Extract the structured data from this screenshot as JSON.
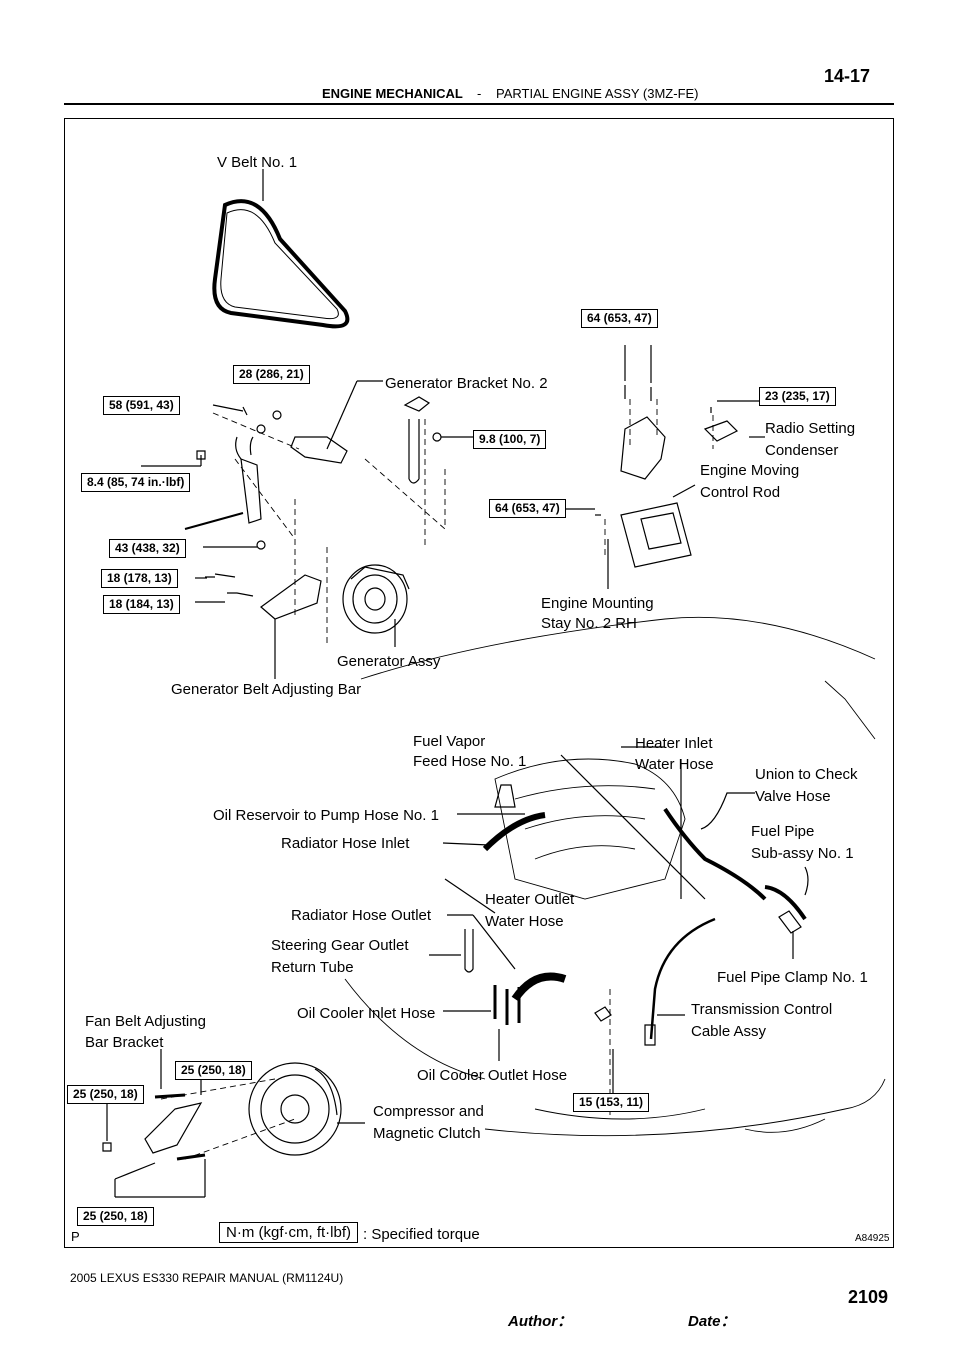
{
  "header": {
    "section": "ENGINE MECHANICAL",
    "separator": "-",
    "subsection": "PARTIAL ENGINE ASSY (3MZ-FE)",
    "page_number": "14-17"
  },
  "figure": {
    "marker": "P",
    "code": "A84925",
    "parts": {
      "v_belt": "V Belt No. 1",
      "generator_bracket": "Generator Bracket No. 2",
      "radio_condenser_1": "Radio Setting",
      "radio_condenser_2": "Condenser",
      "engine_moving_rod_1": "Engine Moving",
      "engine_moving_rod_2": "Control Rod",
      "engine_mounting_stay_1": "Engine Mounting",
      "engine_mounting_stay_2": "Stay No. 2 RH",
      "generator_assy": "Generator Assy",
      "generator_belt_bar": "Generator Belt Adjusting Bar",
      "fuel_vapor_1": "Fuel Vapor",
      "fuel_vapor_2": "Feed Hose No. 1",
      "heater_inlet_1": "Heater Inlet",
      "heater_inlet_2": "Water Hose",
      "union_check_1": "Union to Check",
      "union_check_2": "Valve Hose",
      "oil_reservoir": "Oil Reservoir to Pump Hose No. 1",
      "fuel_pipe_1": "Fuel Pipe",
      "fuel_pipe_2": "Sub-assy  No. 1",
      "radiator_inlet": "Radiator Hose Inlet",
      "heater_outlet_1": "Heater Outlet",
      "heater_outlet_2": "Water Hose",
      "radiator_outlet": "Radiator Hose Outlet",
      "steering_return_1": "Steering Gear Outlet",
      "steering_return_2": "Return Tube",
      "fuel_clamp": "Fuel Pipe Clamp No. 1",
      "oil_cooler_inlet": "Oil Cooler Inlet Hose",
      "transmission_cable_1": "Transmission Control",
      "transmission_cable_2": "Cable Assy",
      "fan_belt_bracket_1": "Fan Belt Adjusting",
      "fan_belt_bracket_2": "Bar Bracket",
      "oil_cooler_outlet": "Oil Cooler Outlet Hose",
      "compressor_1": "Compressor and",
      "compressor_2": "Magnetic Clutch"
    },
    "torques": {
      "t64a": "64 (653, 47)",
      "t28": "28 (286, 21)",
      "t23": "23 (235, 17)",
      "t58": "58 (591, 43)",
      "t98": "9.8 (100, 7)",
      "t84": "8.4 (85, 74 in.·lbf)",
      "t64b": "64 (653, 47)",
      "t43": "43 (438, 32)",
      "t18a": "18 (178, 13)",
      "t18b": "18 (184, 13)",
      "t25a": "25 (250, 18)",
      "t25b": "25 (250, 18)",
      "t15": "15 (153, 11)",
      "t25c": "25 (250, 18)"
    },
    "legend_unit": "N·m (kgf·cm, ft·lbf)",
    "legend_text": ": Specified torque"
  },
  "footer": {
    "manual": "2005 LEXUS ES330 REPAIR MANUAL   (RM1124U)",
    "author_label": "Author：",
    "date_label": "Date：",
    "page_total": "2109"
  }
}
